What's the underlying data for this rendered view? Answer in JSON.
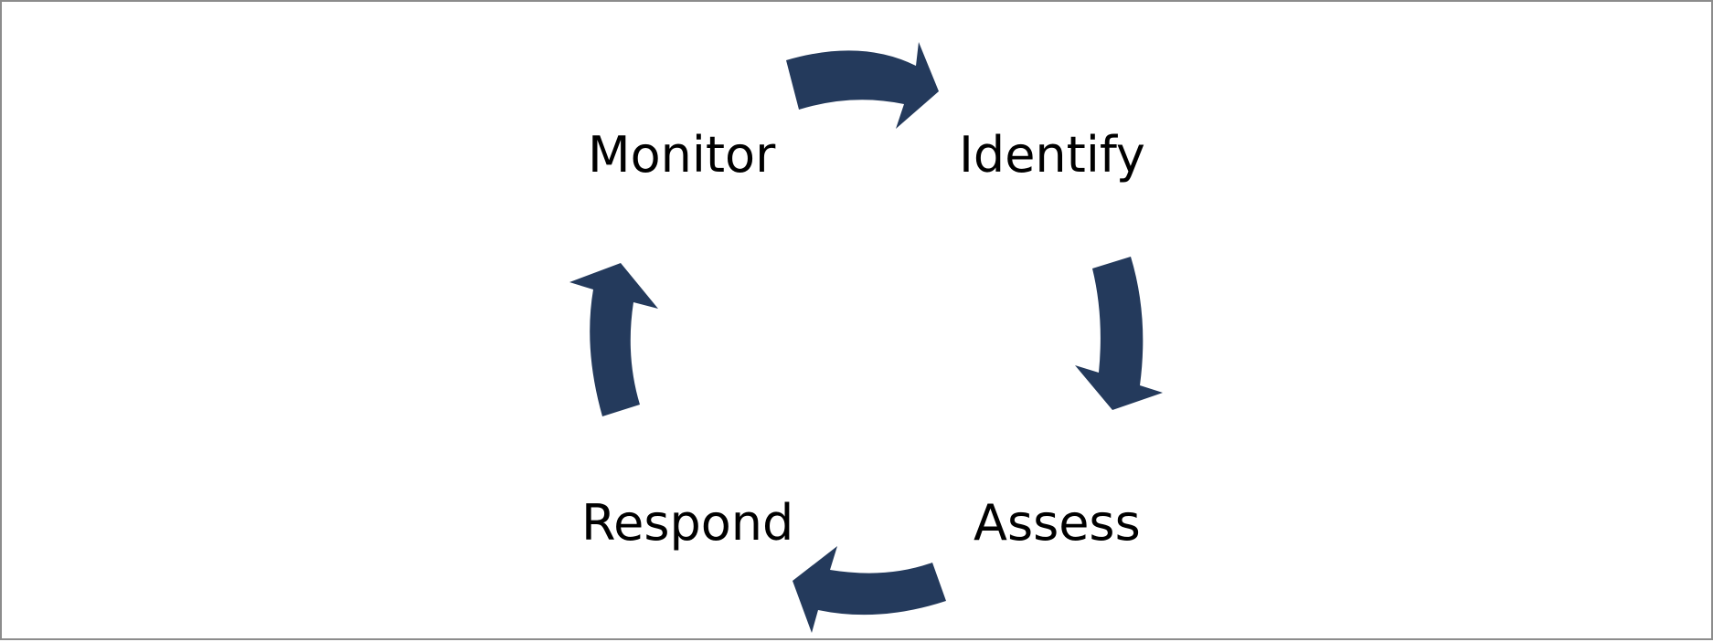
{
  "diagram": {
    "stages": [
      {
        "id": "identify",
        "label": "Identify"
      },
      {
        "id": "assess",
        "label": "Assess"
      },
      {
        "id": "respond",
        "label": "Respond"
      },
      {
        "id": "monitor",
        "label": "Monitor"
      }
    ],
    "arrow_color": "#243a5c",
    "flow": "clockwise"
  }
}
